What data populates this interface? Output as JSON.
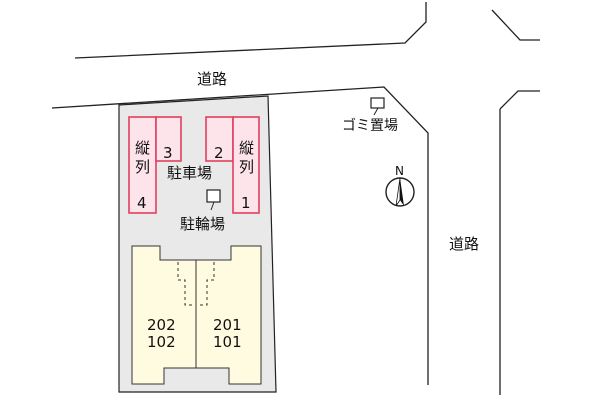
{
  "map": {
    "road_labels": [
      "道路",
      "道路"
    ],
    "parking_label": "駐車場",
    "parallel_label_1": "縦",
    "parallel_label_2": "列",
    "bike_label": "駐輪場",
    "garbage_label": "ゴミ置場",
    "north_label": "N",
    "spaces": [
      "1",
      "2",
      "3",
      "4"
    ],
    "units_right": [
      "201",
      "101"
    ],
    "units_left": [
      "202",
      "102"
    ]
  },
  "colors": {
    "lot": "#e9e9e9",
    "parking_fill": "#fde3ea",
    "parking_border": "#e0405f",
    "building": "#fffbe0"
  }
}
